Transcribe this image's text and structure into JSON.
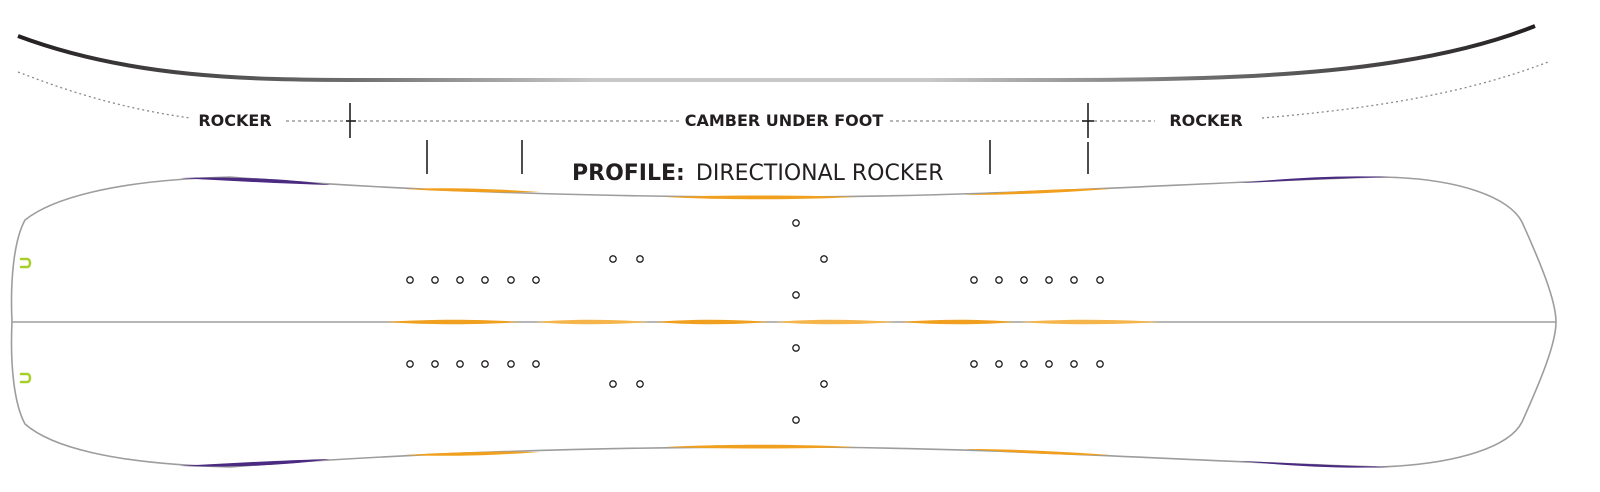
{
  "profile": {
    "title_prefix": "PROFILE:",
    "title_value": "DIRECTIONAL ROCKER"
  },
  "zones": {
    "left": "ROCKER",
    "center": "CAMBER UNDER FOOT",
    "right": "ROCKER"
  },
  "colors": {
    "profile_line": "#231f20",
    "outline": "#9d9d9d",
    "rocker_accent": "#4b2a82",
    "camber_accent": "#f0a01e",
    "magnet_accent": "#a6cf2a",
    "text": "#231f20"
  },
  "icons": [
    "insert-hole-icon",
    "tip-hook-icon"
  ]
}
